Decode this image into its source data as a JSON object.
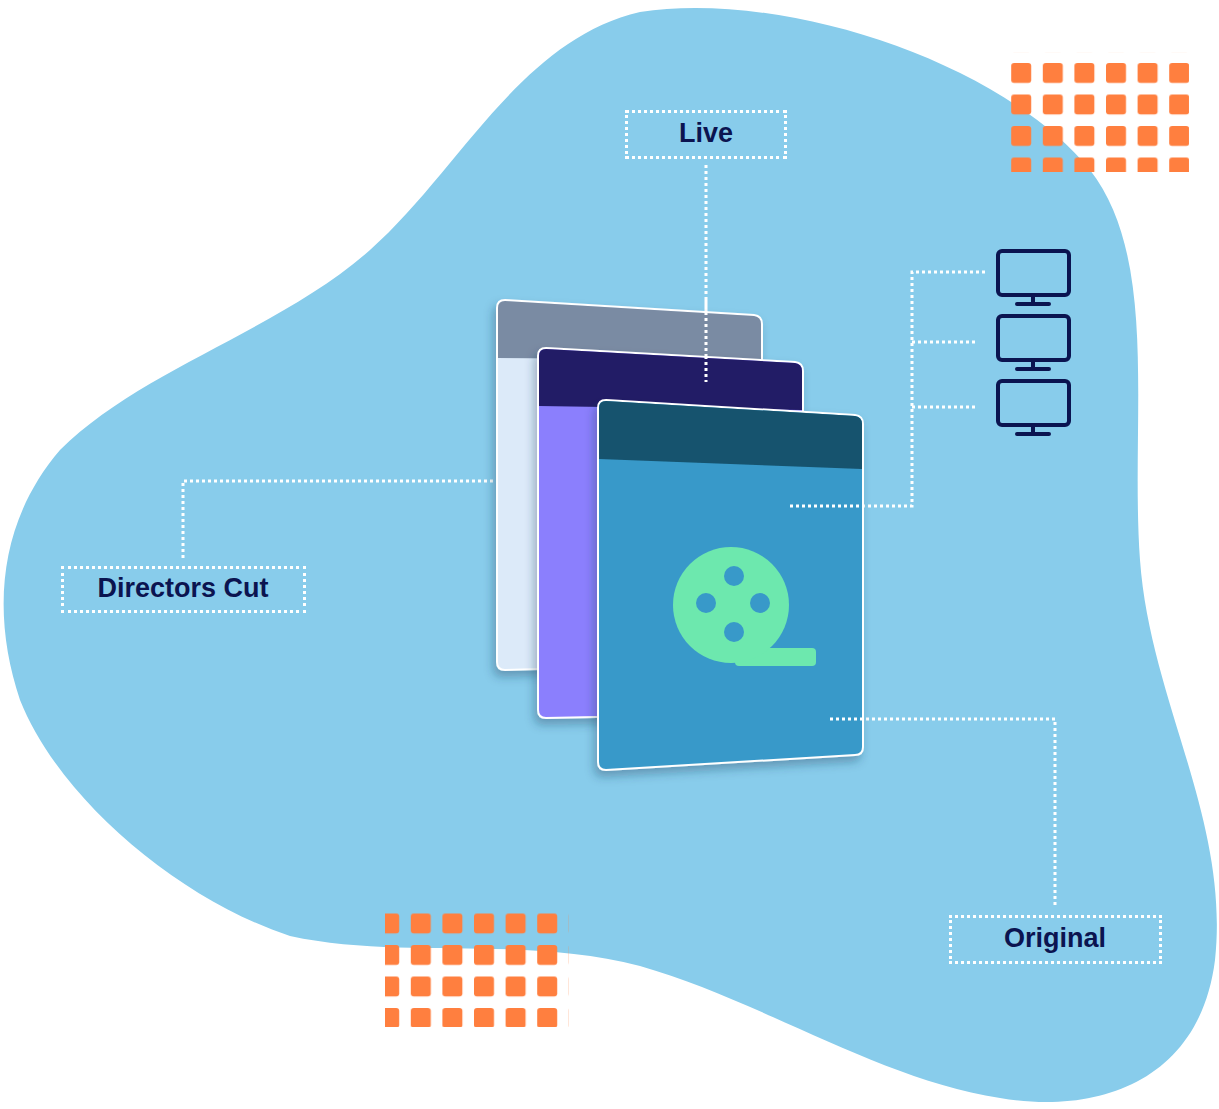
{
  "diagram": {
    "nodes": [
      {
        "text": [
          "Live"
        ]
      },
      {
        "text": [
          "Directors Cut"
        ]
      },
      {
        "text": [
          "Original"
        ]
      }
    ]
  }
}
